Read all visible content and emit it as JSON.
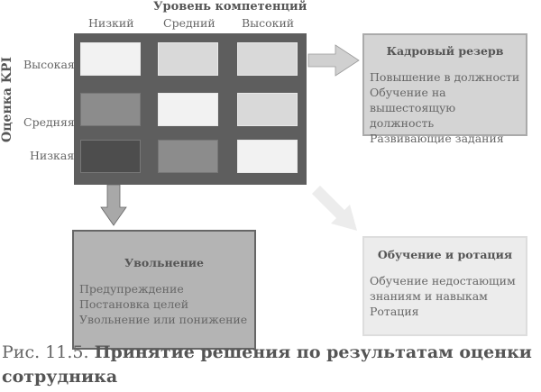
{
  "axis_x": {
    "title": "Уровень компетенций",
    "levels": [
      "Низкий",
      "Средний",
      "Высокий"
    ]
  },
  "axis_y": {
    "title": "Оценка KPI",
    "levels": [
      "Высокая",
      "Средняя",
      "Низкая"
    ]
  },
  "cell_colors": [
    [
      "#f2f2f2",
      "#d9d9d9",
      "#d9d9d9"
    ],
    [
      "#8c8c8c",
      "#f2f2f2",
      "#d9d9d9"
    ],
    [
      "#4d4d4d",
      "#8c8c8c",
      "#f2f2f2"
    ]
  ],
  "boxes": {
    "reserve": {
      "title": "Кадровый резерв",
      "items": [
        "Повышение в должности",
        "Обучение на вышестоящую",
        "должность",
        "Развивающие задания"
      ]
    },
    "dismissal": {
      "title": "Увольнение",
      "items": [
        "Предупреждение",
        "Постановка целей",
        "Увольнение или понижение"
      ]
    },
    "training": {
      "title": "Обучение и ротация",
      "items": [
        "Обучение недостающим",
        "знаниям и навыкам",
        "Ротация"
      ]
    }
  },
  "caption": {
    "prefix": "Рис. 11.5.",
    "title": "Принятие решения по результатам оценки сотрудника"
  }
}
